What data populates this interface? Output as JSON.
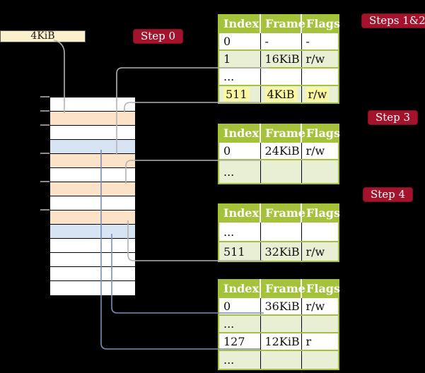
{
  "page_size_box": {
    "label": "4KiB"
  },
  "step_labels": {
    "step0": "Step 0",
    "steps12": "Steps 1&2",
    "step3": "Step 3",
    "step4": "Step 4"
  },
  "memory_column": {
    "row_colors": [
      "white",
      "orange",
      "white",
      "blue",
      "orange",
      "white",
      "orange",
      "white",
      "orange",
      "blue",
      "white",
      "white",
      "white",
      "white"
    ]
  },
  "tables": {
    "t1": {
      "headers": [
        "Index",
        "Frame",
        "Flags"
      ],
      "rows": [
        {
          "index": "0",
          "frame": "-",
          "flags": "-"
        },
        {
          "index": "1",
          "frame": "16KiB",
          "flags": "r/w"
        },
        {
          "index": "...",
          "frame": "",
          "flags": ""
        },
        {
          "index": "511",
          "frame": "4KiB",
          "flags": "r/w"
        }
      ]
    },
    "t2": {
      "headers": [
        "Index",
        "Frame",
        "Flags"
      ],
      "rows": [
        {
          "index": "0",
          "frame": "24KiB",
          "flags": "r/w"
        },
        {
          "index": "...",
          "frame": "",
          "flags": ""
        }
      ]
    },
    "t3": {
      "headers": [
        "Index",
        "Frame",
        "Flags"
      ],
      "rows": [
        {
          "index": "...",
          "frame": "",
          "flags": ""
        },
        {
          "index": "511",
          "frame": "32KiB",
          "flags": "r/w"
        }
      ]
    },
    "t4": {
      "headers": [
        "Index",
        "Frame",
        "Flags"
      ],
      "rows": [
        {
          "index": "0",
          "frame": "36KiB",
          "flags": "r/w"
        },
        {
          "index": "...",
          "frame": "",
          "flags": ""
        },
        {
          "index": "127",
          "frame": "12KiB",
          "flags": "r"
        },
        {
          "index": "...",
          "frame": "",
          "flags": ""
        }
      ]
    }
  },
  "colors": {
    "background": "#000000",
    "accent_red": "#a5122c",
    "table_header_green": "#a5c23b",
    "table_row_green": "#e9efd4",
    "highlight_yellow": "#fdf89e",
    "frame_orange": "#fce3c7",
    "frame_blue": "#d7e4f4",
    "page_box_cream": "#fbf0cc",
    "gray_arrow": "#b3b3b3",
    "blue_arrow": "#7590bd"
  }
}
